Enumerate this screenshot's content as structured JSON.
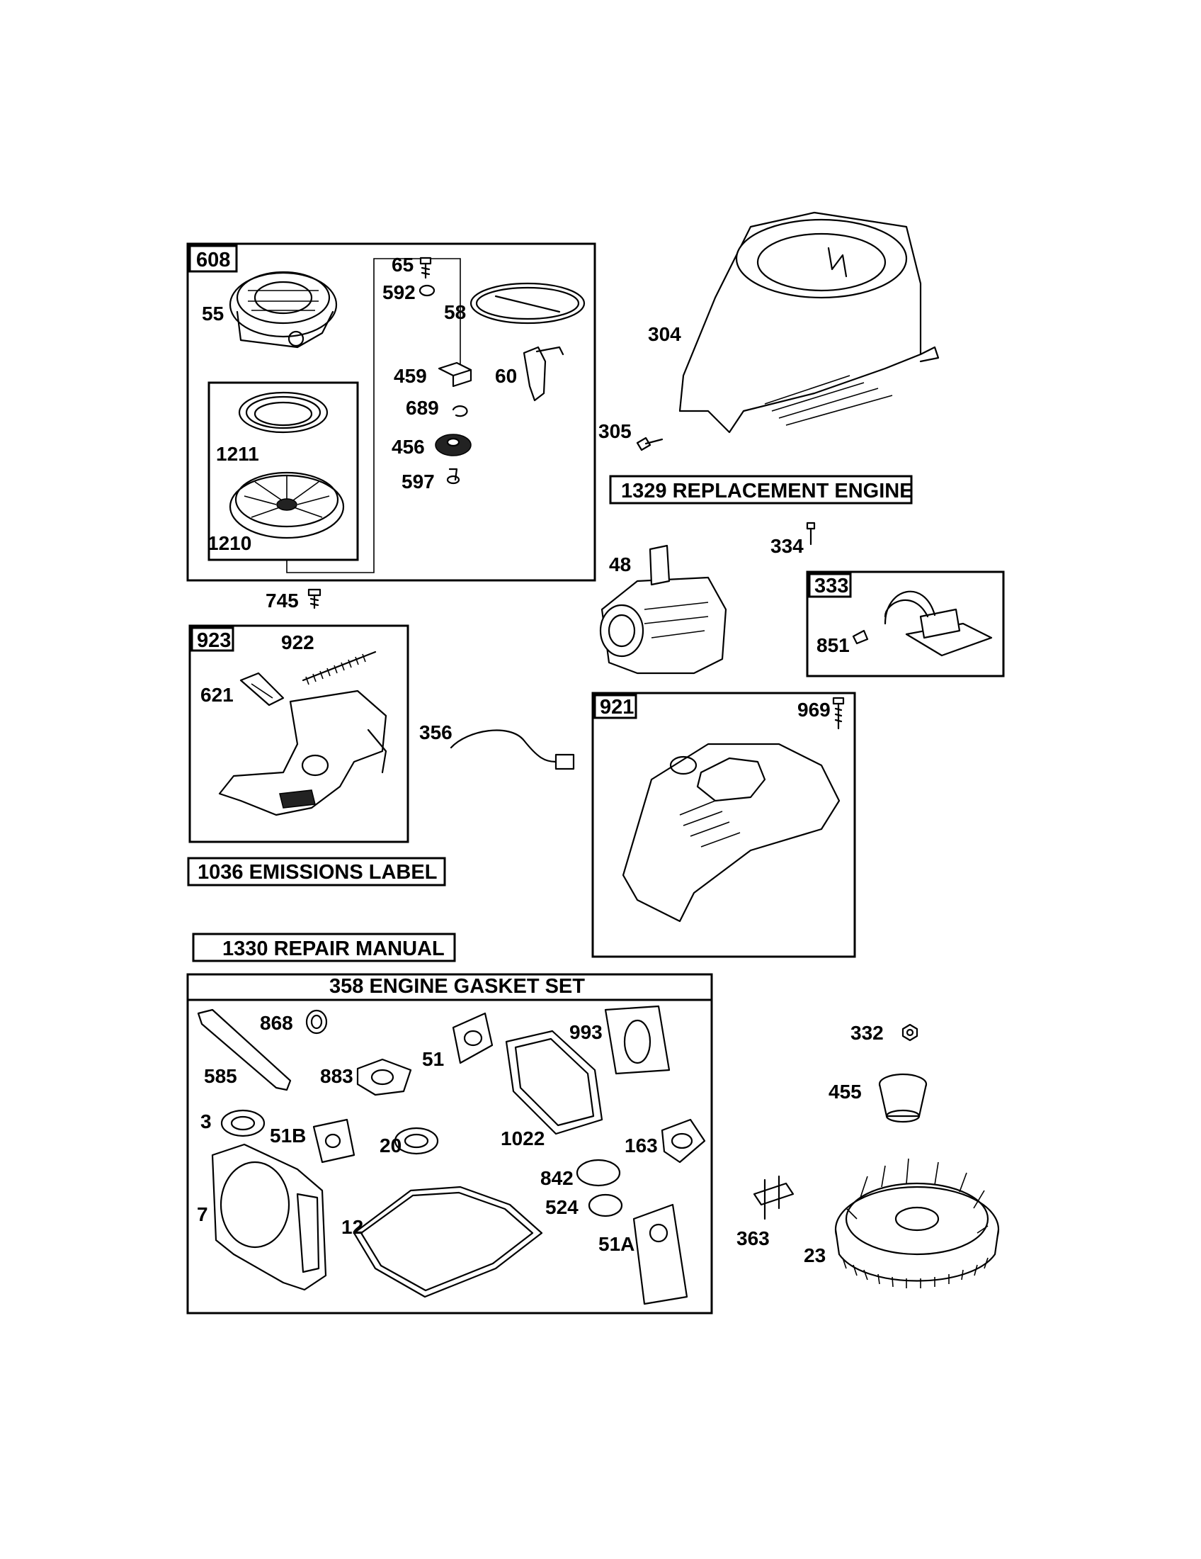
{
  "diagram": {
    "top_group_box": {
      "label": "608"
    },
    "emissions_group_box": {
      "label": "923"
    },
    "ignition_group_box": {
      "label": "333"
    },
    "blower_cover_box": {
      "label": "921"
    },
    "banner_replacement_engine": "1329 REPLACEMENT ENGINE",
    "banner_emissions_label": "1036 EMISSIONS LABEL",
    "banner_repair_manual": "1330 REPAIR MANUAL",
    "gasket_set_title": "358 ENGINE GASKET SET",
    "labels": {
      "p65": "65",
      "p592": "592",
      "p55": "55",
      "p58": "58",
      "p459": "459",
      "p60": "60",
      "p689": "689",
      "p456": "456",
      "p597": "597",
      "p1211": "1211",
      "p1210": "1210",
      "p304": "304",
      "p305": "305",
      "p745": "745",
      "p922": "922",
      "p621": "621",
      "p48": "48",
      "p334": "334",
      "p851": "851",
      "p356": "356",
      "p969": "969",
      "p868": "868",
      "p585": "585",
      "p883": "883",
      "p51": "51",
      "p993": "993",
      "p3": "3",
      "p51b": "51B",
      "p20": "20",
      "p1022": "1022",
      "p163": "163",
      "p842": "842",
      "p524": "524",
      "p7": "7",
      "p12": "12",
      "p51a": "51A",
      "p332": "332",
      "p455": "455",
      "p363": "363",
      "p23": "23"
    }
  }
}
